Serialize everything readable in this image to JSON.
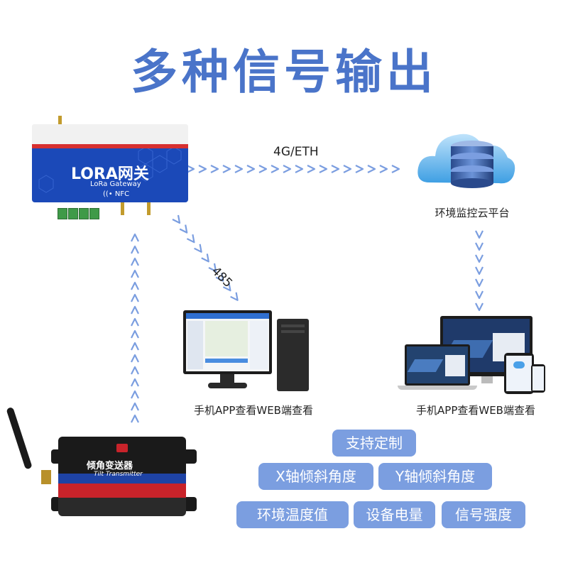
{
  "title": "多种信号输出",
  "gateway": {
    "name": "LORA网关",
    "subtitle": "LoRa Gateway",
    "nfc": "((• NFC"
  },
  "cloud": {
    "label": "环境监控云平台"
  },
  "edges": {
    "gateway_to_cloud": "4G/ETH",
    "gateway_to_pc": "485"
  },
  "pc": {
    "label": "手机APP查看WEB端查看"
  },
  "devices": {
    "label": "手机APP查看WEB端查看"
  },
  "sensor": {
    "name": "倾角变送器",
    "subtitle": "Tilt Transmitter"
  },
  "tags": {
    "custom": "支持定制",
    "x_angle": "X轴倾斜角度",
    "y_angle": "Y轴倾斜角度",
    "temp": "环境温度值",
    "battery": "设备电量",
    "signal": "信号强度"
  },
  "colors": {
    "title": "#4a74c9",
    "tag": "#7b9ee0",
    "arrow": "#7b9ee0",
    "device_blue": "#1b49b8"
  }
}
